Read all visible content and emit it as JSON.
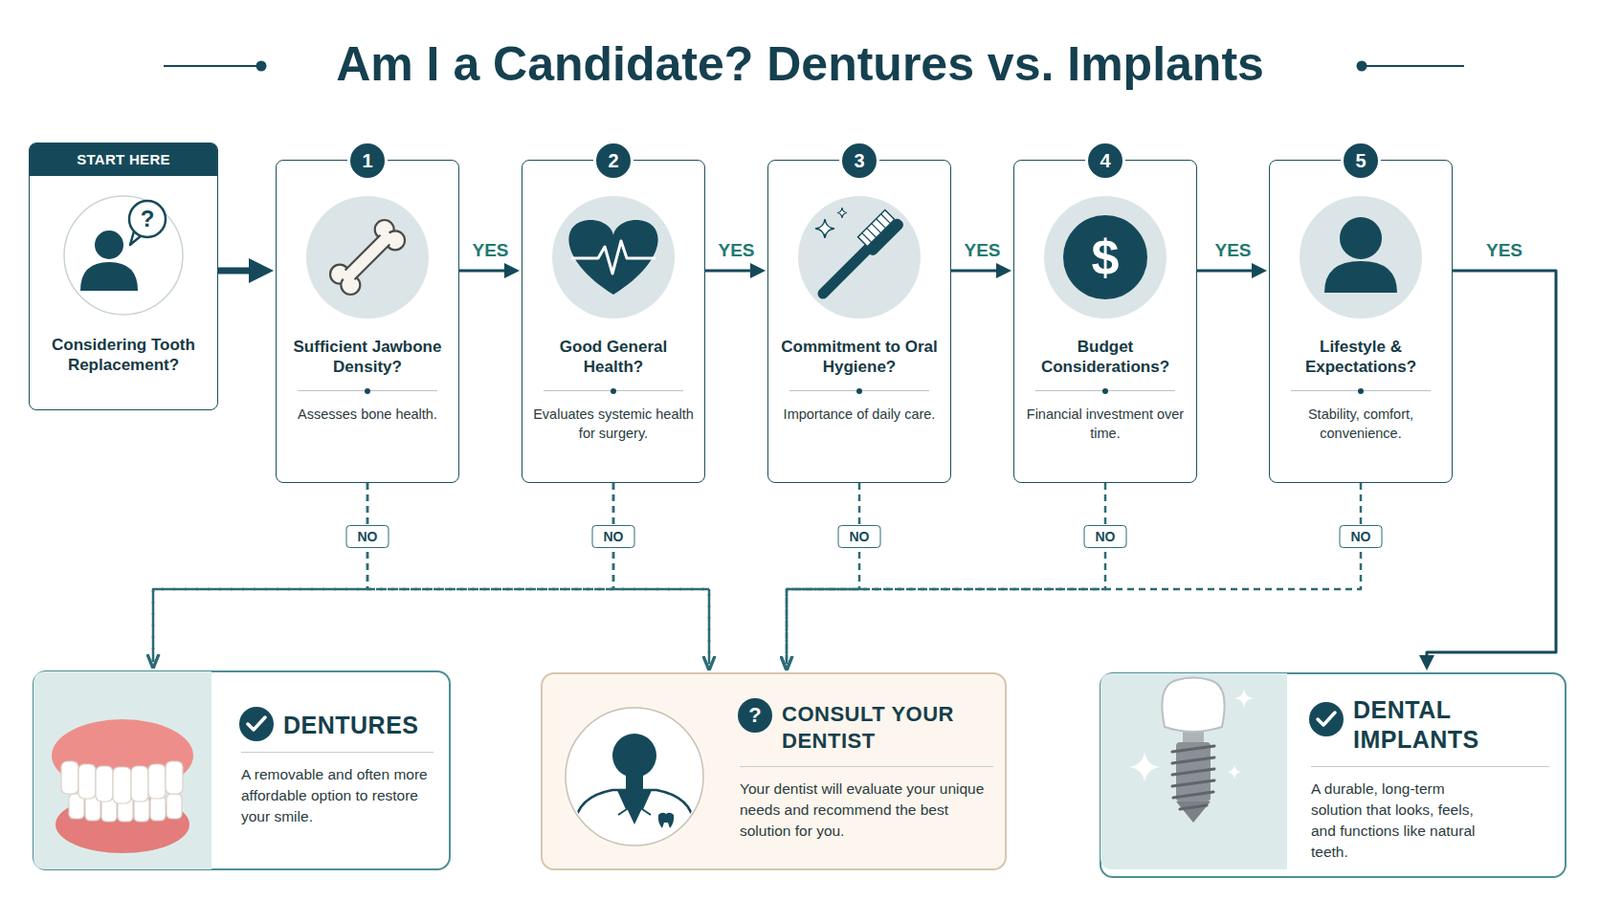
{
  "diagram": {
    "title": "Am I a Candidate? Dentures vs. Implants",
    "nodes": [
      {
        "text": [
          "START HERE",
          "Considering Tooth Replacement?"
        ]
      },
      {
        "text": [
          "1",
          "Sufficient Jawbone Density?",
          "Assesses bone health."
        ]
      },
      {
        "text": [
          "2",
          "Good General Health?",
          "Evaluates systemic health for surgery."
        ]
      },
      {
        "text": [
          "3",
          "Commitment to Oral Hygiene?",
          "Importance of daily care."
        ]
      },
      {
        "text": [
          "4",
          "Budget Considerations?",
          "Financial investment over time."
        ]
      },
      {
        "text": [
          "5",
          "Lifestyle & Expectations?",
          "Stability, comfort, convenience."
        ]
      },
      {
        "text": [
          "DENTURES",
          "A removable and often more affordable option to restore your smile."
        ]
      },
      {
        "text": [
          "CONSULT YOUR DENTIST",
          "Your dentist will evaluate your unique needs and recommend the best solution for you."
        ]
      },
      {
        "text": [
          "DENTAL IMPLANTS",
          "A durable, long-term solution that looks, feels, and functions like natural teeth."
        ]
      }
    ],
    "edges": [
      {
        "from": 0,
        "to": 1,
        "arrow": "to"
      },
      {
        "from": 1,
        "to": 2,
        "label": "YES",
        "arrow": "to"
      },
      {
        "from": 2,
        "to": 3,
        "label": "YES",
        "arrow": "to"
      },
      {
        "from": 3,
        "to": 4,
        "label": "YES",
        "arrow": "to"
      },
      {
        "from": 4,
        "to": 5,
        "label": "YES",
        "arrow": "to"
      },
      {
        "from": 5,
        "to": 8,
        "label": "YES",
        "arrow": "to"
      },
      {
        "from": 1,
        "to": 6,
        "label": "NO",
        "arrow": "to"
      },
      {
        "from": 1,
        "to": 7,
        "arrow": "to"
      },
      {
        "from": 2,
        "to": 6,
        "arrow": "to"
      },
      {
        "from": 2,
        "to": 7,
        "label": "NO",
        "arrow": "to"
      },
      {
        "from": 3,
        "to": 7,
        "label": "NO",
        "arrow": "to"
      },
      {
        "from": 4,
        "to": 7,
        "label": "NO",
        "arrow": "to"
      },
      {
        "from": 5,
        "to": 7,
        "label": "NO",
        "arrow": "to"
      }
    ],
    "labels": [
      "?",
      "$",
      "?"
    ]
  }
}
